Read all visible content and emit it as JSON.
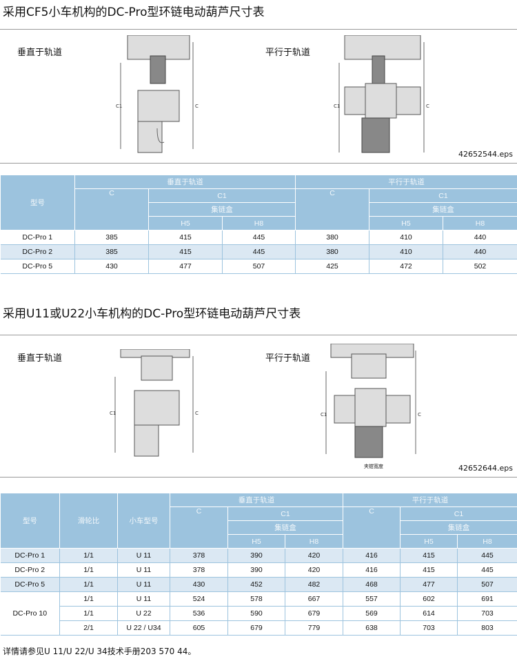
{
  "section1": {
    "title": "采用CF5小车机构的DC-Pro型环链电动葫芦尺寸表",
    "label_perpendicular": "垂直于轨道",
    "label_parallel": "平行于轨道",
    "file": "42652544.eps",
    "dim_c1": "C1",
    "dim_c": "C"
  },
  "table1": {
    "header": {
      "model": "型号",
      "perpendicular": "垂直于轨道",
      "parallel": "平行于轨道",
      "c": "C",
      "c1": "C1",
      "chain_box": "集链盒",
      "h5": "H5",
      "h8": "H8"
    },
    "rows": [
      [
        "DC-Pro 1",
        "385",
        "415",
        "445",
        "380",
        "410",
        "440"
      ],
      [
        "DC-Pro 2",
        "385",
        "415",
        "445",
        "380",
        "410",
        "440"
      ],
      [
        "DC-Pro 5",
        "430",
        "477",
        "507",
        "425",
        "472",
        "502"
      ]
    ]
  },
  "section2": {
    "title": "采用U11或U22小车机构的DC-Pro型环链电动葫芦尺寸表",
    "label_perpendicular": "垂直于轨道",
    "label_parallel": "平行于轨道",
    "file": "42652644.eps",
    "clamp_width": "夹钳宽度",
    "dim_c1": "C1",
    "dim_c": "C"
  },
  "table2": {
    "header": {
      "model": "型号",
      "ratio": "滑轮比",
      "trolley": "小车型号",
      "perpendicular": "垂直于轨道",
      "parallel": "平行于轨道",
      "c": "C",
      "c1": "C1",
      "chain_box": "集链盒",
      "h5": "H5",
      "h8": "H8"
    },
    "rows": [
      [
        "DC-Pro 1",
        "1/1",
        "U 11",
        "378",
        "390",
        "420",
        "416",
        "415",
        "445"
      ],
      [
        "DC-Pro 2",
        "1/1",
        "U 11",
        "378",
        "390",
        "420",
        "416",
        "415",
        "445"
      ],
      [
        "DC-Pro 5",
        "1/1",
        "U 11",
        "430",
        "452",
        "482",
        "468",
        "477",
        "507"
      ]
    ],
    "pro10": {
      "model": "DC-Pro 10",
      "rows": [
        [
          "1/1",
          "U 11",
          "524",
          "578",
          "667",
          "557",
          "602",
          "691"
        ],
        [
          "1/1",
          "U 22",
          "536",
          "590",
          "679",
          "569",
          "614",
          "703"
        ],
        [
          "2/1",
          "U 22 / U34",
          "605",
          "679",
          "779",
          "638",
          "703",
          "803"
        ]
      ]
    }
  },
  "footnote": "详情请参见U 11/U 22/U 34技术手册203 570 44。"
}
